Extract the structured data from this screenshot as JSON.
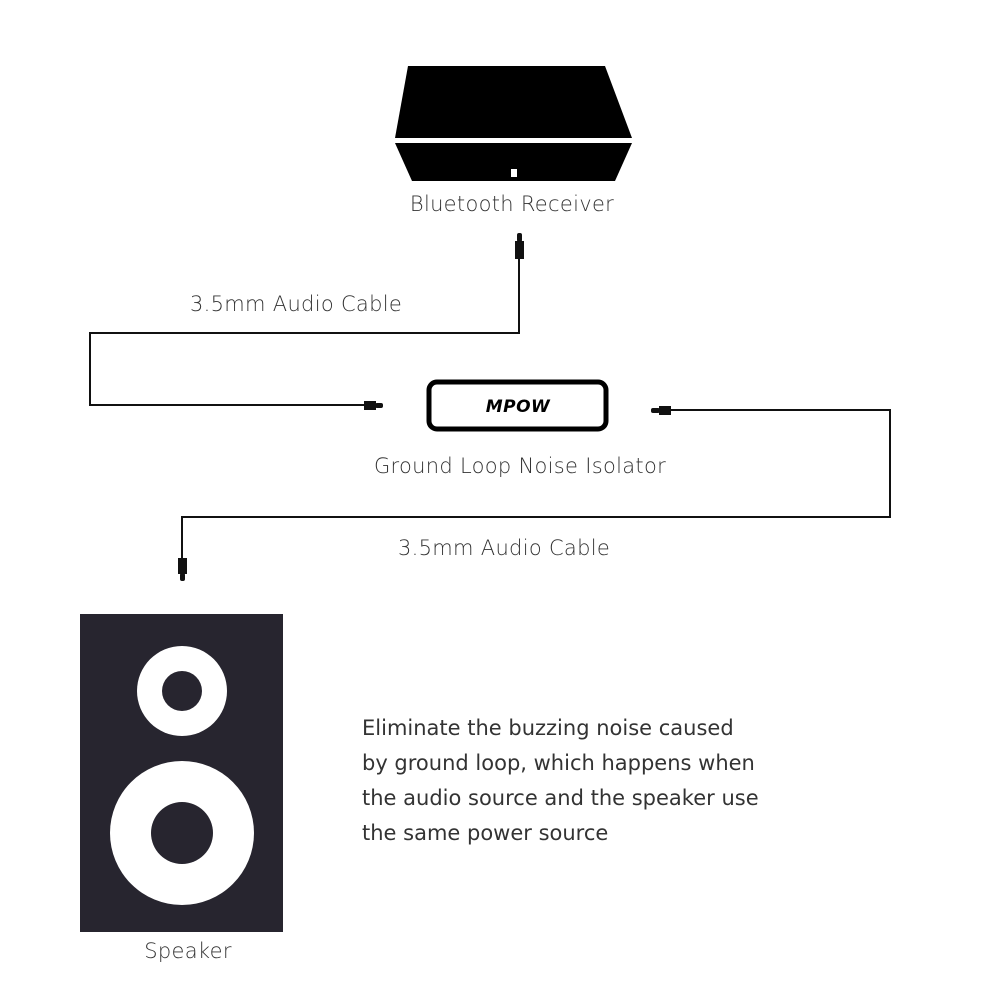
{
  "devices": {
    "receiver": {
      "label": "Bluetooth Receiver"
    },
    "isolator": {
      "label": "Ground Loop Noise Isolator",
      "logo": "MPOW"
    },
    "speaker": {
      "label": "Speaker"
    }
  },
  "cables": [
    {
      "label": "3.5mm Audio Cable"
    },
    {
      "label": "3.5mm Audio Cable"
    }
  ],
  "description": {
    "lines": [
      "Eliminate the buzzing noise caused",
      "by ground loop, which happens when",
      "the audio source and the speaker use",
      "the same power source"
    ]
  },
  "colors": {
    "device": "#000000",
    "speaker": "#27252f",
    "cable": "#111111"
  }
}
